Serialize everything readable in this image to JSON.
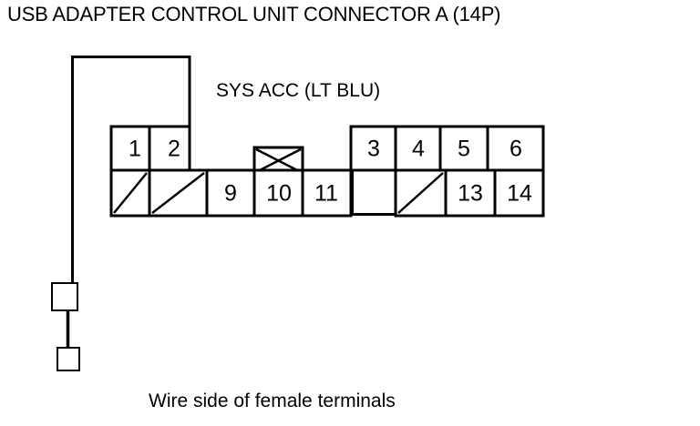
{
  "title": "USB ADAPTER CONTROL UNIT CONNECTOR A (14P)",
  "circuit_label": "SYS ACC (LT BLU)",
  "footer": "Wire side of female terminals",
  "colors": {
    "line": "#000000",
    "background": "#ffffff"
  },
  "connector": {
    "pin_count": "14P",
    "top_row": [
      {
        "label": "1",
        "state": "numbered"
      },
      {
        "label": "2",
        "state": "numbered"
      },
      {
        "label": "3",
        "state": "numbered"
      },
      {
        "label": "4",
        "state": "numbered"
      },
      {
        "label": "5",
        "state": "numbered"
      },
      {
        "label": "6",
        "state": "numbered"
      }
    ],
    "bottom_row": [
      {
        "label": "9",
        "state": "numbered"
      },
      {
        "label": "10",
        "state": "numbered"
      },
      {
        "label": "11",
        "state": "numbered"
      },
      {
        "label": "13",
        "state": "numbered"
      },
      {
        "label": "14",
        "state": "numbered"
      }
    ],
    "blank_cells": 3,
    "crossed_cell_present": true
  },
  "wire": {
    "name": "sys-acc-wire",
    "terminal_top": "terminal-block-large",
    "terminal_bottom": "terminal-block-small"
  }
}
